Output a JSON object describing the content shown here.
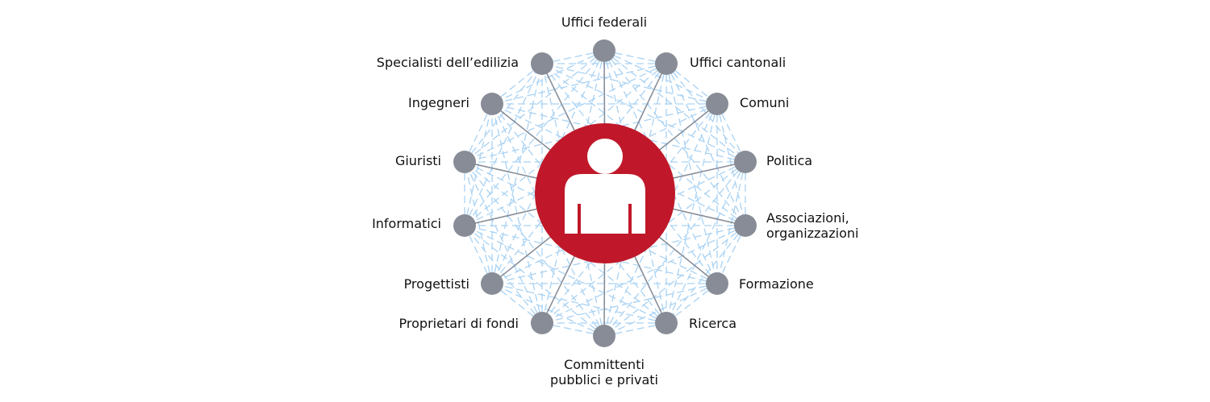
{
  "center": {
    "icon": "person-icon"
  },
  "nodes": [
    {
      "label": "Uffici federali"
    },
    {
      "label": "Uffici cantonali"
    },
    {
      "label": "Comuni"
    },
    {
      "label": "Politica"
    },
    {
      "label": "Associazioni,\norganizzazioni"
    },
    {
      "label": "Formazione"
    },
    {
      "label": "Ricerca"
    },
    {
      "label": "Committenti\npubblici e privati"
    },
    {
      "label": "Proprietari di fondi"
    },
    {
      "label": "Progettisti"
    },
    {
      "label": "Informatici"
    },
    {
      "label": "Giuristi"
    },
    {
      "label": "Ingegneri"
    },
    {
      "label": "Specialisti dell’edilizia"
    }
  ],
  "colors": {
    "center": "#c0182a",
    "node": "#878c96",
    "spoke": "#878c96",
    "mesh": "#a9d2f3"
  }
}
